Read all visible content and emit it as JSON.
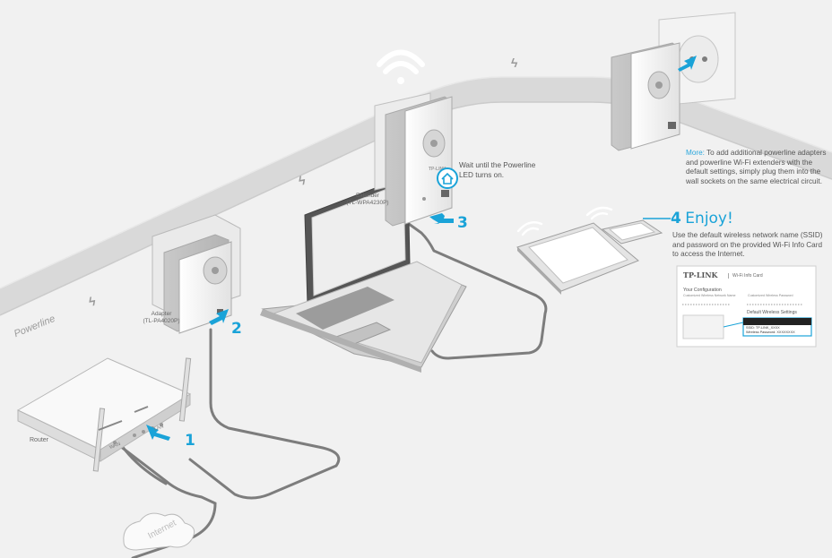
{
  "labels": {
    "router": "Router",
    "wan": "WAN",
    "lan": "LAN",
    "internet": "Internet",
    "powerline": "Powerline",
    "adapter_line1": "Adapter",
    "adapter_line2": "(TL-PA4020P)",
    "extender_line1": "Extender",
    "extender_line2": "(TL-WPA4230P)",
    "brand": "TP-LINK"
  },
  "steps": {
    "s1": "1",
    "s2": "2",
    "s3": "3",
    "s4": "4",
    "enjoy": "Enjoy!"
  },
  "notes": {
    "wait": "Wait until the Powerline LED turns on.",
    "more_key": "More:",
    "more_text": "To add additional powerline adapters and powerline Wi-Fi extenders with the default settings, simply plug them into the wall sockets on the same electrical circuit.",
    "enjoy_text": "Use the default wireless network name (SSID) and password on the provided Wi-Fi Info Card to access the Internet."
  },
  "card": {
    "brand": "TP-LINK",
    "title": "Wi-Fi Info Card",
    "config": "Your Configuration",
    "col1": "Customized Wireless Network Name",
    "col2": "Customized Wireless Password",
    "default": "Default Wireless Settings",
    "ssid": "SSID: TP-LINK_XXXX",
    "password": "Wireless Password: XXXXXXXX"
  },
  "colors": {
    "accent": "#1aa3d8",
    "band": "#d6d6d6",
    "cable": "#7d7d7d"
  }
}
